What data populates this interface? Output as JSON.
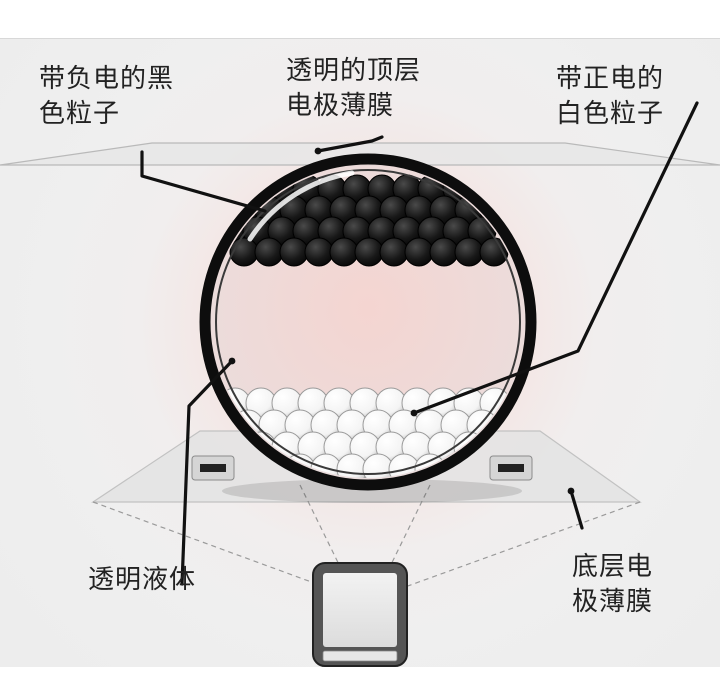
{
  "labels": {
    "black_particles": "带负电的黑\n色粒子",
    "top_electrode": "透明的顶层\n电极薄膜",
    "white_particles": "带正电的\n白色粒子",
    "liquid": "透明液体",
    "bottom_electrode": "底层电\n极薄膜"
  },
  "colors": {
    "capsule_ring": "#111111",
    "black_particle": "#141414",
    "white_particle": "#ffffff",
    "glow": "#f6d9d4",
    "background": "#ededed"
  }
}
